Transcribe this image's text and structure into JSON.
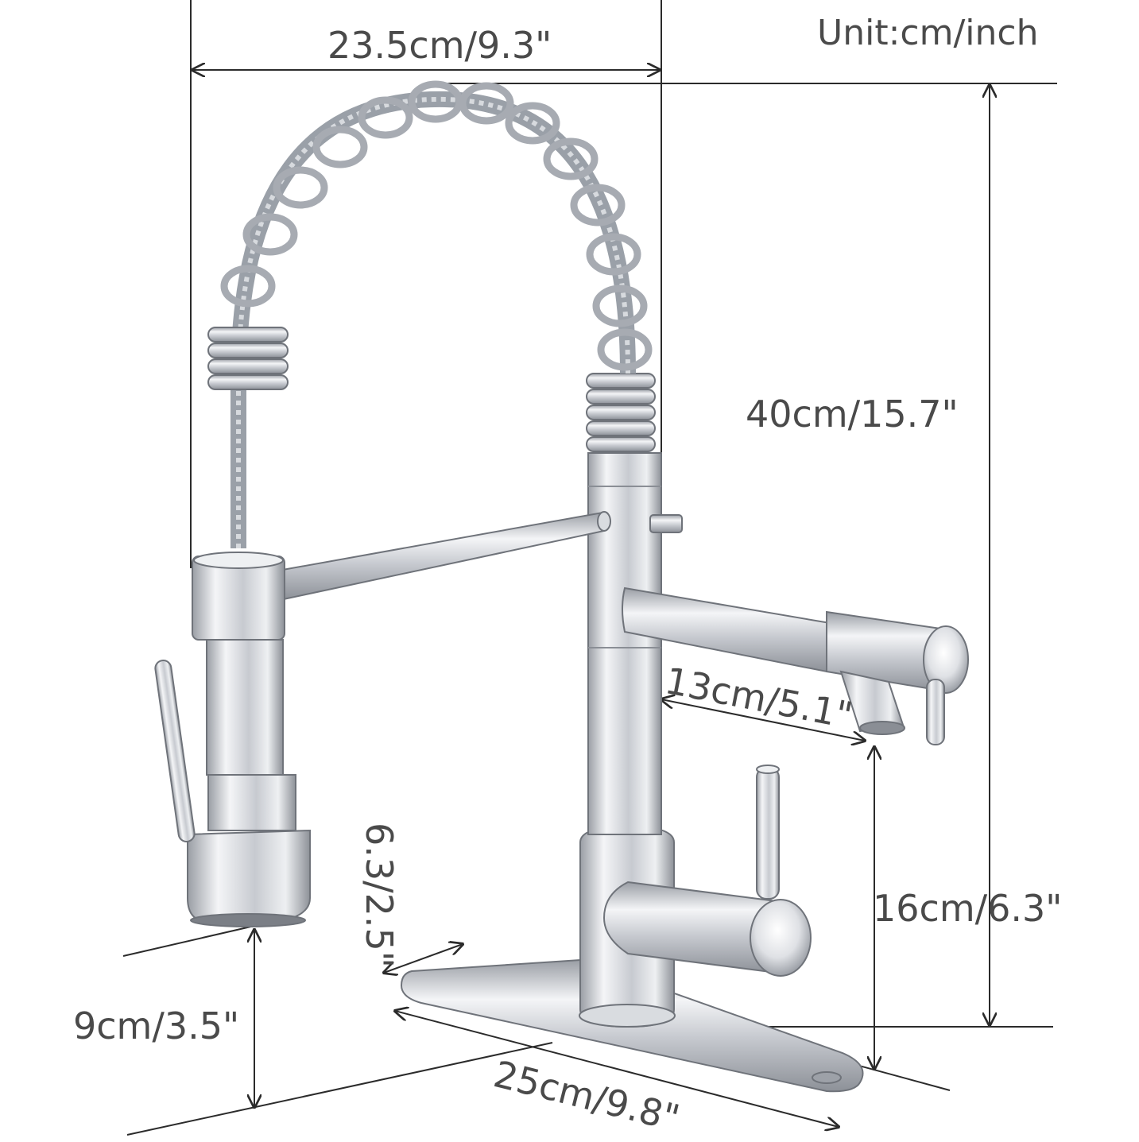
{
  "unit_label": "Unit:cm/inch",
  "dimensions": {
    "spout_reach": "23.5cm/9.3\"",
    "total_height": "40cm/15.7\"",
    "side_spout_reach": "13cm/5.1\"",
    "side_spout_height": "16cm/6.3\"",
    "deck_width": "6.3/2.5\"",
    "deck_length": "25cm/9.8\"",
    "sprayer_height": "9cm/3.5\""
  },
  "colors": {
    "line": "#2b2b2b",
    "text": "#4a4a4a",
    "chrome_light": "#f2f3f5",
    "chrome_mid": "#c9ccd1",
    "chrome_dark": "#8a8e95",
    "hose": "#9aa0a8"
  }
}
